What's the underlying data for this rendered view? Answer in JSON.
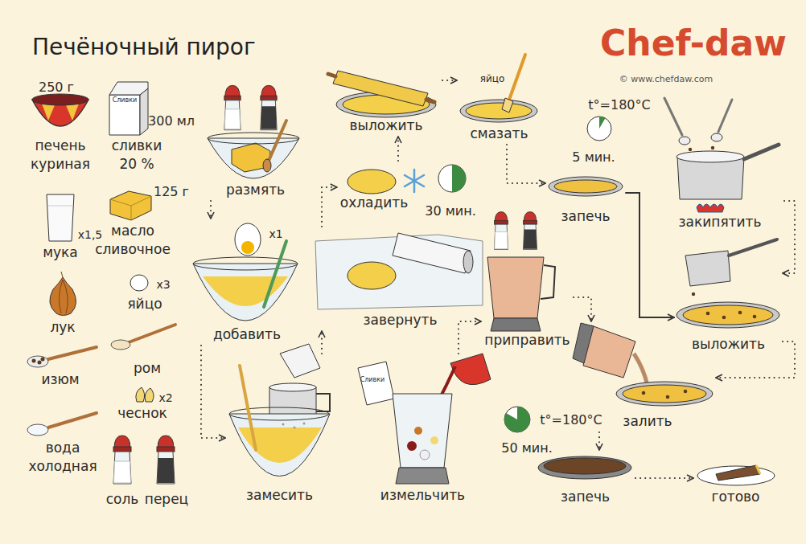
{
  "diagram": {
    "title": "Печёночный пирог",
    "nodes": [
      {
        "text": [
          "размять"
        ]
      },
      {
        "text": [
          "добавить"
        ]
      },
      {
        "text": [
          "замесить"
        ]
      },
      {
        "text": [
          "завернуть"
        ]
      },
      {
        "text": [
          "охладить"
        ]
      },
      {
        "text": [
          "выложить"
        ]
      },
      {
        "text": [
          "смазать"
        ]
      },
      {
        "text": [
          "запечь"
        ]
      },
      {
        "text": [
          "закипятить"
        ]
      },
      {
        "text": [
          "выложить"
        ]
      },
      {
        "text": [
          "измельчить"
        ]
      },
      {
        "text": [
          "приправить"
        ]
      },
      {
        "text": [
          "залить"
        ]
      },
      {
        "text": [
          "запечь"
        ]
      },
      {
        "text": [
          "готово"
        ]
      }
    ],
    "edges": [
      {
        "from": 0,
        "to": 1,
        "arrow": "to"
      },
      {
        "from": 1,
        "to": 2,
        "arrow": "to"
      },
      {
        "from": 2,
        "to": 3,
        "arrow": "to"
      },
      {
        "from": 3,
        "to": 4,
        "arrow": "to"
      },
      {
        "from": 4,
        "to": 5,
        "arrow": "to"
      },
      {
        "from": 5,
        "to": 6,
        "arrow": "to"
      },
      {
        "from": 6,
        "to": 7,
        "arrow": "to"
      },
      {
        "from": 7,
        "to": 9,
        "arrow": "to"
      },
      {
        "from": 8,
        "to": 9,
        "arrow": "to"
      },
      {
        "from": 9,
        "to": 12,
        "arrow": "to"
      },
      {
        "from": 10,
        "to": 11,
        "arrow": "to"
      },
      {
        "from": 11,
        "to": 12,
        "arrow": "to"
      },
      {
        "from": 12,
        "to": 13,
        "arrow": "to"
      },
      {
        "from": 13,
        "to": 14,
        "arrow": "to"
      }
    ],
    "labels": [
      "250 г",
      "печень куриная",
      "Сливки",
      "300 мл",
      "сливки 20 %",
      "x1,5",
      "мука",
      "125 г",
      "масло сливочное",
      "x3",
      "яйцо",
      "лук",
      "изюм",
      "ром",
      "x2",
      "чеснок",
      "вода холодная",
      "соль",
      "перец",
      "x1",
      "30 мин.",
      "яйцо",
      "Chef-daw",
      "© www.chefdaw.com",
      "t°=180°C",
      "5 мин.",
      "Сливки",
      "t°=180°C",
      "50 мин."
    ]
  }
}
